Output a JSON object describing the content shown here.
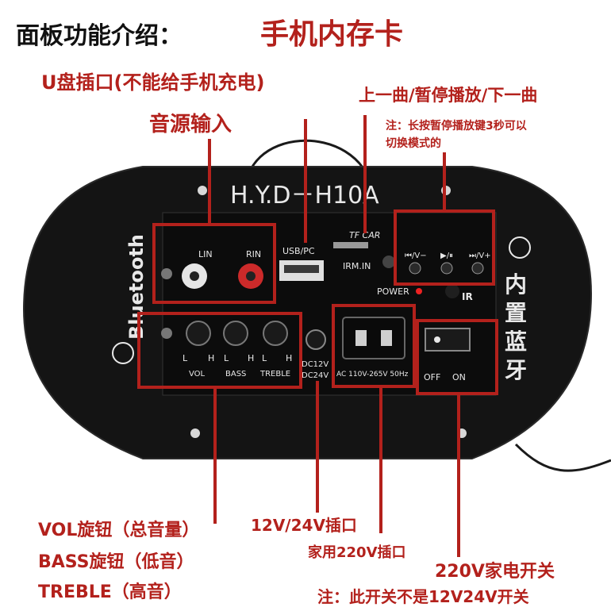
{
  "header": {
    "title": "面板功能介绍：",
    "subtitle": "手机内存卡"
  },
  "annotations": {
    "usb_port": "U盘插口(不能给手机充电)",
    "audio_input": "音源输入",
    "track_controls": "上一曲/暂停播放/下一曲",
    "track_note_line1": "注：长按暂停播放键3秒可以",
    "track_note_line2": "切换模式的",
    "vol_knob": "VOL旋钮（总音量）",
    "bass_knob": "BASS旋钮（低音）",
    "treble_knob": "TREBLE（高音）",
    "dc_jack": "12V/24V插口",
    "ac_jack": "家用220V插口",
    "power_switch": "220V家电开关",
    "switch_note": "注：此开关不是12V24V开关"
  },
  "panel": {
    "model": "H.Y.D－H10A",
    "bluetooth_vertical": "Bluetooth",
    "builtin_bluetooth": [
      "内",
      "置",
      "蓝",
      "牙"
    ],
    "lin": "LIN",
    "rin": "RIN",
    "usb_pc": "USB/PC",
    "tf_card": "TF CAR",
    "irm_in": "IRM.IN",
    "power": "POWER",
    "ir": "IR",
    "buttons": [
      "⏮/V−",
      "▶/⏸",
      "⏭/V+"
    ],
    "knob_lh": [
      "L",
      "H",
      "L",
      "H",
      "L",
      "H"
    ],
    "vol": "VOL",
    "bass": "BASS",
    "treble": "TREBLE",
    "dc12": "DC12V",
    "dc24": "DC24V",
    "ac_rating": "AC 110V-265V  50Hz",
    "off": "OFF",
    "on": "ON"
  },
  "colors": {
    "annotation_red": "#b3211c",
    "panel_black": "#141414"
  }
}
